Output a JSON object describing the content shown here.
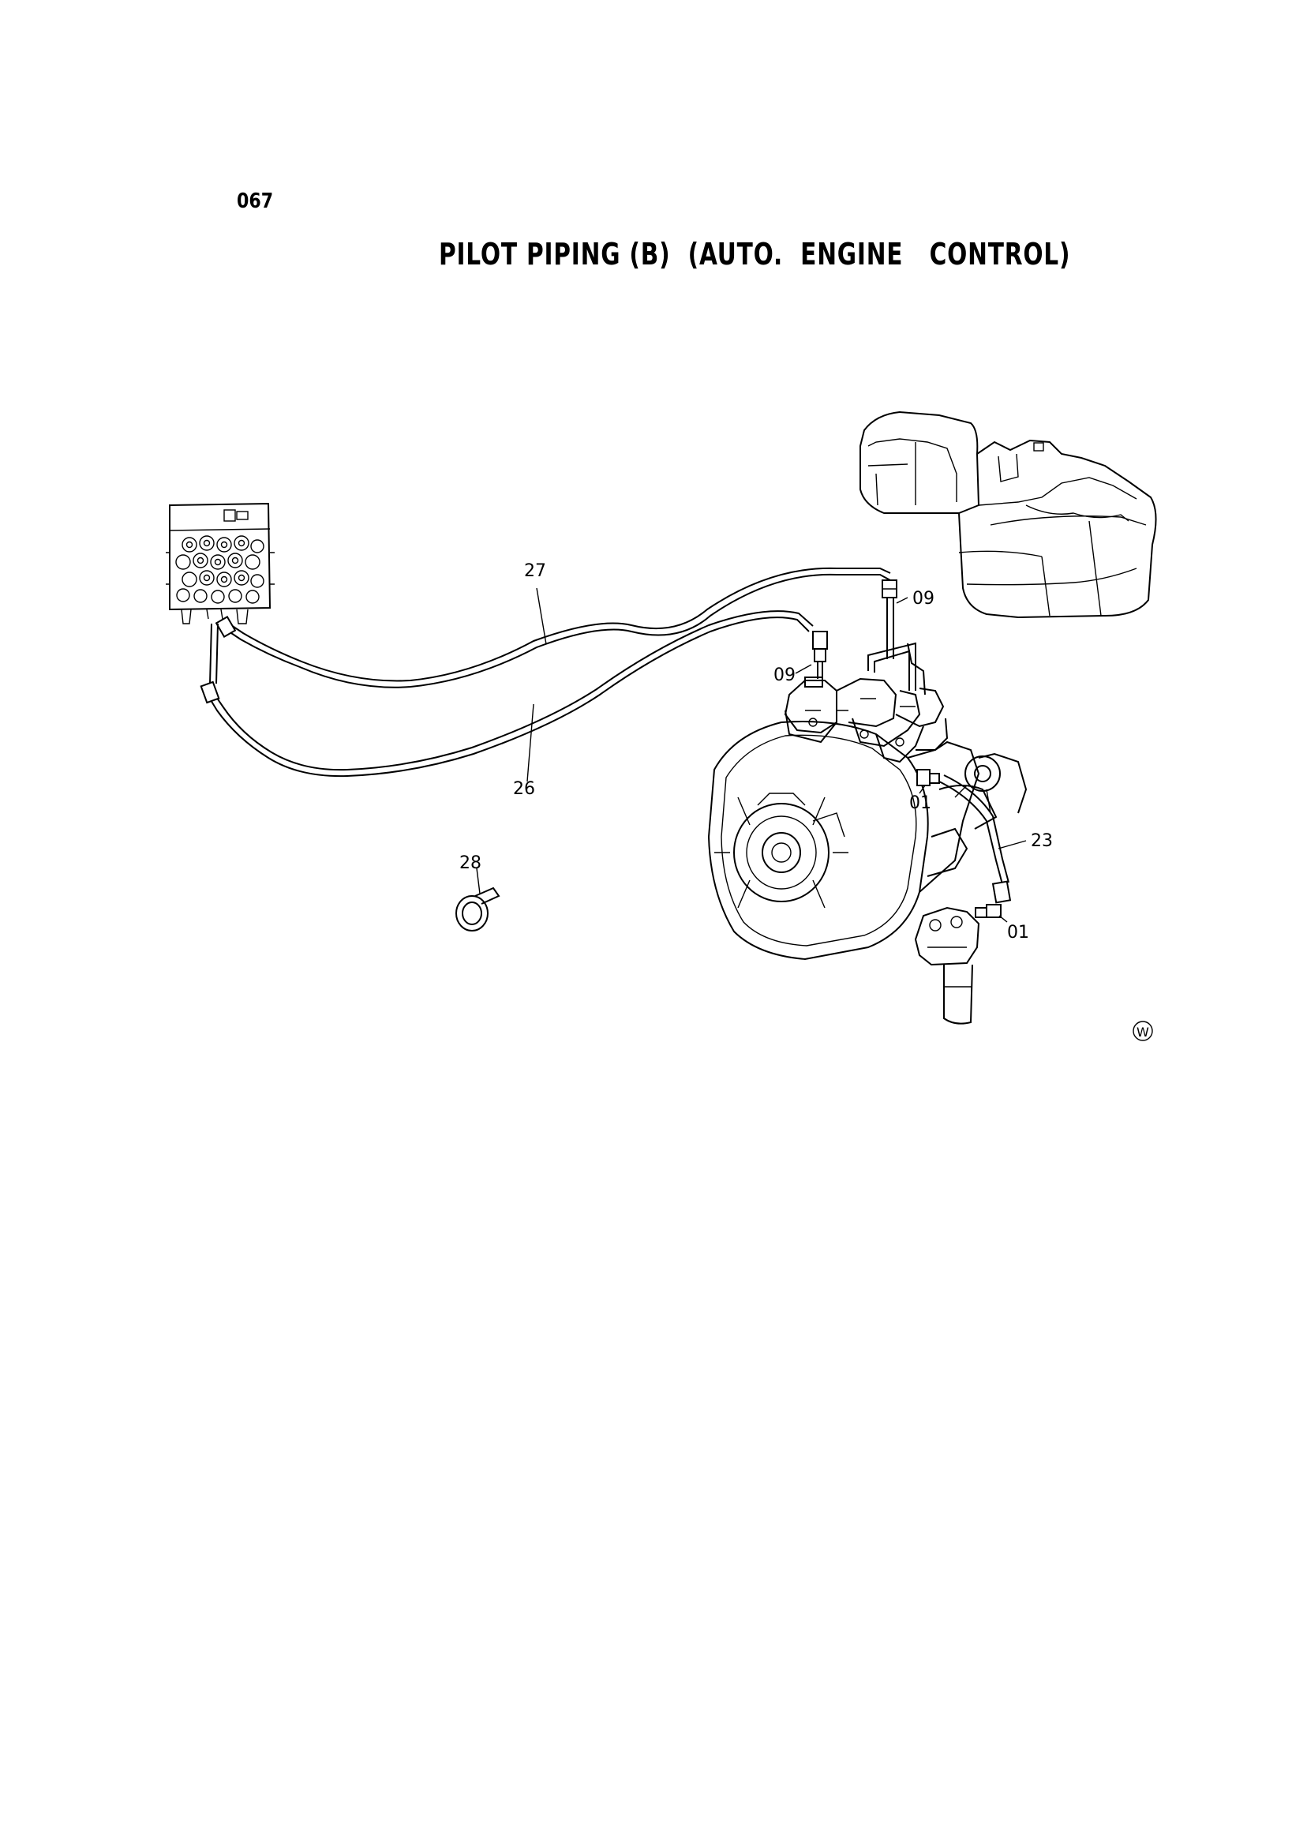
{
  "page_code": "067",
  "title": "PILOT PIPING (B)  (AUTO.  ENGINE   CONTROL)",
  "callouts": {
    "c27": "27",
    "c26": "26",
    "c09_top": "09",
    "c09_mid": "09",
    "c01_upper": "01",
    "c01_lower": "01",
    "c23": "23",
    "c28": "28"
  },
  "stamp_mark": "W"
}
